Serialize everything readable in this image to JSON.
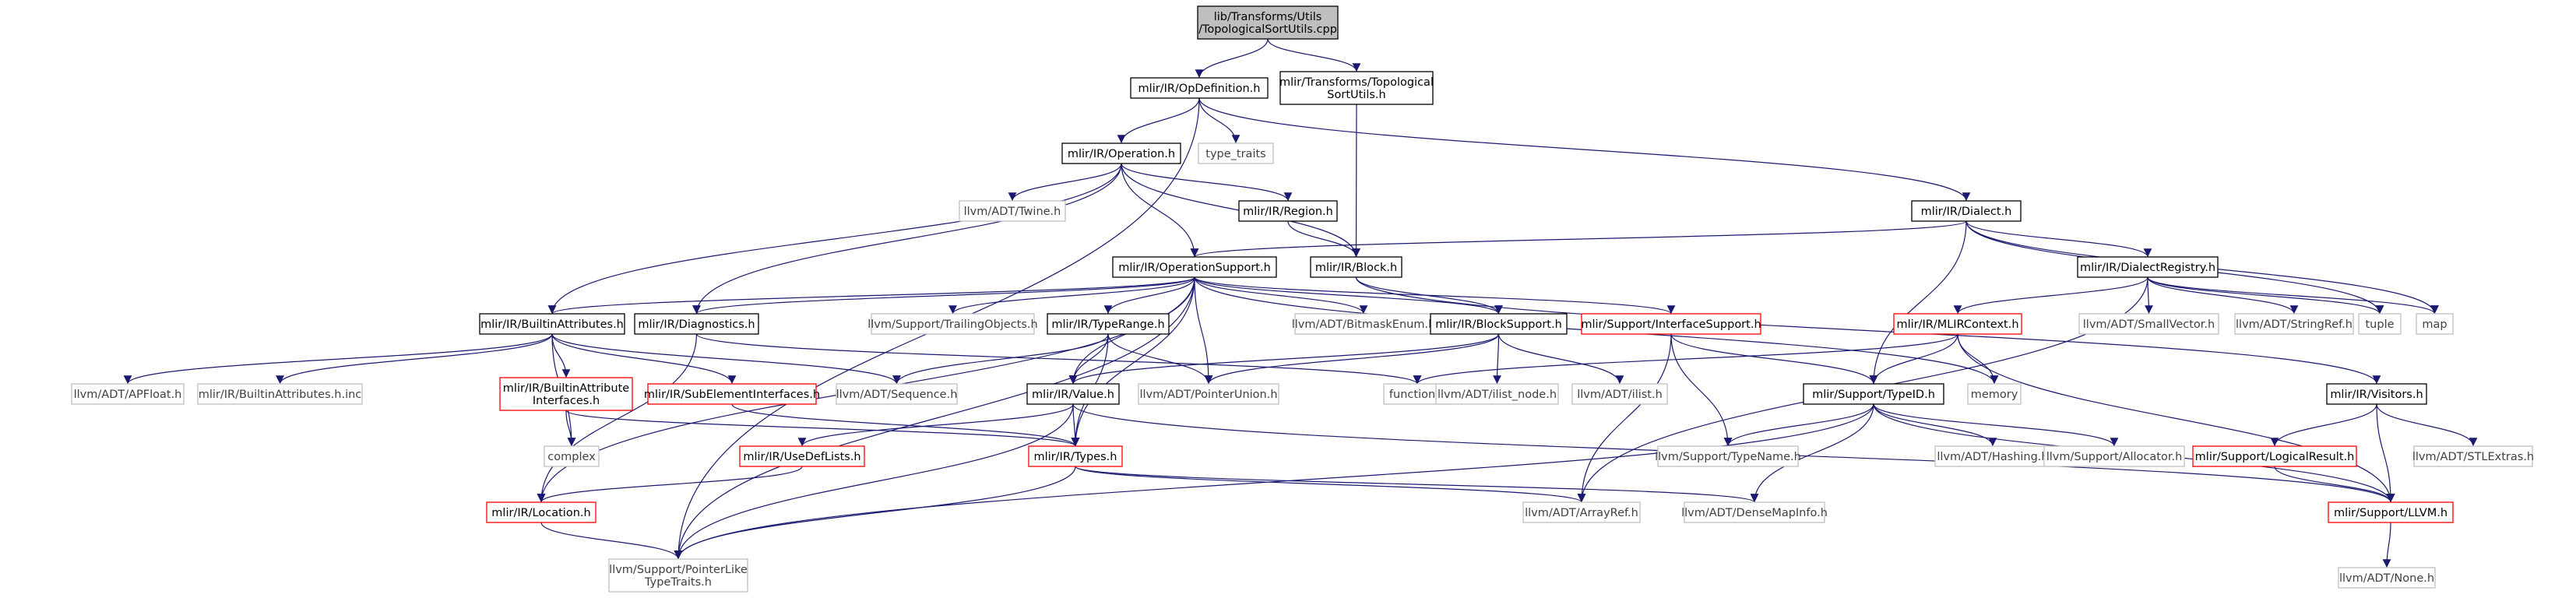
{
  "diagram": {
    "nodes": [
      {
        "id": "root",
        "lines": [
          "lib/Transforms/Utils",
          "/TopologicalSortUtils.cpp"
        ],
        "style": "root"
      },
      {
        "id": "opdef",
        "lines": [
          "mlir/IR/OpDefinition.h"
        ],
        "style": "normal"
      },
      {
        "id": "topo",
        "lines": [
          "mlir/Transforms/Topological",
          "SortUtils.h"
        ],
        "style": "normal"
      },
      {
        "id": "operation",
        "lines": [
          "mlir/IR/Operation.h"
        ],
        "style": "normal"
      },
      {
        "id": "type_traits",
        "lines": [
          "type_traits"
        ],
        "style": "external"
      },
      {
        "id": "dialect",
        "lines": [
          "mlir/IR/Dialect.h"
        ],
        "style": "normal"
      },
      {
        "id": "twine",
        "lines": [
          "llvm/ADT/Twine.h"
        ],
        "style": "external"
      },
      {
        "id": "region",
        "lines": [
          "mlir/IR/Region.h"
        ],
        "style": "normal"
      },
      {
        "id": "block",
        "lines": [
          "mlir/IR/Block.h"
        ],
        "style": "normal"
      },
      {
        "id": "opsupport",
        "lines": [
          "mlir/IR/OperationSupport.h"
        ],
        "style": "normal"
      },
      {
        "id": "dialectreg",
        "lines": [
          "mlir/IR/DialectRegistry.h"
        ],
        "style": "normal"
      },
      {
        "id": "builtinattrs",
        "lines": [
          "mlir/IR/BuiltinAttributes.h"
        ],
        "style": "normal"
      },
      {
        "id": "diagnostics",
        "lines": [
          "mlir/IR/Diagnostics.h"
        ],
        "style": "normal"
      },
      {
        "id": "trailing",
        "lines": [
          "llvm/Support/TrailingObjects.h"
        ],
        "style": "external"
      },
      {
        "id": "typerange",
        "lines": [
          "mlir/IR/TypeRange.h"
        ],
        "style": "normal"
      },
      {
        "id": "bitmask",
        "lines": [
          "llvm/ADT/BitmaskEnum.h"
        ],
        "style": "external"
      },
      {
        "id": "blocksupport",
        "lines": [
          "mlir/IR/BlockSupport.h"
        ],
        "style": "normal"
      },
      {
        "id": "ifacesupport",
        "lines": [
          "mlir/Support/InterfaceSupport.h"
        ],
        "style": "red"
      },
      {
        "id": "mlircontext",
        "lines": [
          "mlir/IR/MLIRContext.h"
        ],
        "style": "red"
      },
      {
        "id": "smallvector",
        "lines": [
          "llvm/ADT/SmallVector.h"
        ],
        "style": "external"
      },
      {
        "id": "stringref",
        "lines": [
          "llvm/ADT/StringRef.h"
        ],
        "style": "external"
      },
      {
        "id": "tuple",
        "lines": [
          "tuple"
        ],
        "style": "external"
      },
      {
        "id": "map",
        "lines": [
          "map"
        ],
        "style": "external"
      },
      {
        "id": "apfloat",
        "lines": [
          "llvm/ADT/APFloat.h"
        ],
        "style": "external"
      },
      {
        "id": "builtinattrsinc",
        "lines": [
          "mlir/IR/BuiltinAttributes.h.inc"
        ],
        "style": "external"
      },
      {
        "id": "builtinattrif",
        "lines": [
          "mlir/IR/BuiltinAttribute",
          "Interfaces.h"
        ],
        "style": "red"
      },
      {
        "id": "subelem",
        "lines": [
          "mlir/IR/SubElementInterfaces.h"
        ],
        "style": "red"
      },
      {
        "id": "sequence",
        "lines": [
          "llvm/ADT/Sequence.h"
        ],
        "style": "external"
      },
      {
        "id": "value",
        "lines": [
          "mlir/IR/Value.h"
        ],
        "style": "normal"
      },
      {
        "id": "ptrunion",
        "lines": [
          "llvm/ADT/PointerUnion.h"
        ],
        "style": "external"
      },
      {
        "id": "functional",
        "lines": [
          "functional"
        ],
        "style": "external"
      },
      {
        "id": "ilistnode",
        "lines": [
          "llvm/ADT/ilist_node.h"
        ],
        "style": "external"
      },
      {
        "id": "ilist",
        "lines": [
          "llvm/ADT/ilist.h"
        ],
        "style": "external"
      },
      {
        "id": "typeid",
        "lines": [
          "mlir/Support/TypeID.h"
        ],
        "style": "normal"
      },
      {
        "id": "memory",
        "lines": [
          "memory"
        ],
        "style": "external"
      },
      {
        "id": "visitors",
        "lines": [
          "mlir/IR/Visitors.h"
        ],
        "style": "normal"
      },
      {
        "id": "complex",
        "lines": [
          "complex"
        ],
        "style": "external"
      },
      {
        "id": "usedeflists",
        "lines": [
          "mlir/IR/UseDefLists.h"
        ],
        "style": "red"
      },
      {
        "id": "types",
        "lines": [
          "mlir/IR/Types.h"
        ],
        "style": "red"
      },
      {
        "id": "typename",
        "lines": [
          "llvm/Support/TypeName.h"
        ],
        "style": "external"
      },
      {
        "id": "hashing",
        "lines": [
          "llvm/ADT/Hashing.h"
        ],
        "style": "external"
      },
      {
        "id": "allocator",
        "lines": [
          "llvm/Support/Allocator.h"
        ],
        "style": "external"
      },
      {
        "id": "logicalresult",
        "lines": [
          "mlir/Support/LogicalResult.h"
        ],
        "style": "red"
      },
      {
        "id": "stlextras",
        "lines": [
          "llvm/ADT/STLExtras.h"
        ],
        "style": "external"
      },
      {
        "id": "location",
        "lines": [
          "mlir/IR/Location.h"
        ],
        "style": "red"
      },
      {
        "id": "arrayref",
        "lines": [
          "llvm/ADT/ArrayRef.h"
        ],
        "style": "external"
      },
      {
        "id": "densemapinfo",
        "lines": [
          "llvm/ADT/DenseMapInfo.h"
        ],
        "style": "external"
      },
      {
        "id": "llvm",
        "lines": [
          "mlir/Support/LLVM.h"
        ],
        "style": "red"
      },
      {
        "id": "ptrlike",
        "lines": [
          "llvm/Support/PointerLike",
          "TypeTraits.h"
        ],
        "style": "external"
      },
      {
        "id": "none",
        "lines": [
          "llvm/ADT/None.h"
        ],
        "style": "external"
      }
    ],
    "edges": [
      [
        "root",
        "opdef"
      ],
      [
        "root",
        "topo"
      ],
      [
        "opdef",
        "operation"
      ],
      [
        "opdef",
        "type_traits"
      ],
      [
        "opdef",
        "dialect"
      ],
      [
        "opdef",
        "ptrlike"
      ],
      [
        "topo",
        "block"
      ],
      [
        "operation",
        "twine"
      ],
      [
        "operation",
        "region"
      ],
      [
        "operation",
        "block"
      ],
      [
        "operation",
        "opsupport"
      ],
      [
        "operation",
        "builtinattrs"
      ],
      [
        "operation",
        "diagnostics"
      ],
      [
        "region",
        "block"
      ],
      [
        "dialect",
        "opsupport"
      ],
      [
        "dialect",
        "dialectreg"
      ],
      [
        "dialect",
        "typeid"
      ],
      [
        "dialect",
        "tuple"
      ],
      [
        "dialect",
        "map"
      ],
      [
        "block",
        "blocksupport"
      ],
      [
        "block",
        "visitors"
      ],
      [
        "dialectreg",
        "mlircontext"
      ],
      [
        "dialectreg",
        "smallvector"
      ],
      [
        "dialectreg",
        "stringref"
      ],
      [
        "dialectreg",
        "tuple"
      ],
      [
        "dialectreg",
        "map"
      ],
      [
        "dialectreg",
        "arrayref"
      ],
      [
        "opsupport",
        "builtinattrs"
      ],
      [
        "opsupport",
        "diagnostics"
      ],
      [
        "opsupport",
        "trailing"
      ],
      [
        "opsupport",
        "typerange"
      ],
      [
        "opsupport",
        "bitmask"
      ],
      [
        "opsupport",
        "blocksupport"
      ],
      [
        "opsupport",
        "ifacesupport"
      ],
      [
        "opsupport",
        "ptrunion"
      ],
      [
        "opsupport",
        "memory"
      ],
      [
        "opsupport",
        "types"
      ],
      [
        "opsupport",
        "value"
      ],
      [
        "opsupport",
        "location"
      ],
      [
        "opsupport",
        "ptrlike"
      ],
      [
        "builtinattrs",
        "apfloat"
      ],
      [
        "builtinattrs",
        "builtinattrsinc"
      ],
      [
        "builtinattrs",
        "builtinattrif"
      ],
      [
        "builtinattrs",
        "subelem"
      ],
      [
        "builtinattrs",
        "sequence"
      ],
      [
        "builtinattrs",
        "complex"
      ],
      [
        "diagnostics",
        "location"
      ],
      [
        "diagnostics",
        "functional"
      ],
      [
        "typerange",
        "sequence"
      ],
      [
        "typerange",
        "value"
      ],
      [
        "typerange",
        "ptrunion"
      ],
      [
        "typerange",
        "types"
      ],
      [
        "blocksupport",
        "value"
      ],
      [
        "blocksupport",
        "ptrunion"
      ],
      [
        "blocksupport",
        "ilistnode"
      ],
      [
        "blocksupport",
        "ilist"
      ],
      [
        "ifacesupport",
        "typeid"
      ],
      [
        "ifacesupport",
        "arrayref"
      ],
      [
        "ifacesupport",
        "typename"
      ],
      [
        "mlircontext",
        "typeid"
      ],
      [
        "mlircontext",
        "memory"
      ],
      [
        "mlircontext",
        "functional"
      ],
      [
        "mlircontext",
        "llvm"
      ],
      [
        "builtinattrif",
        "complex"
      ],
      [
        "builtinattrif",
        "types"
      ],
      [
        "subelem",
        "types"
      ],
      [
        "value",
        "usedeflists"
      ],
      [
        "value",
        "types"
      ],
      [
        "value",
        "ptrlike"
      ],
      [
        "value",
        "llvm"
      ],
      [
        "typeid",
        "typename"
      ],
      [
        "typeid",
        "hashing"
      ],
      [
        "typeid",
        "allocator"
      ],
      [
        "typeid",
        "densemapinfo"
      ],
      [
        "typeid",
        "llvm"
      ],
      [
        "typeid",
        "ptrlike"
      ],
      [
        "visitors",
        "logicalresult"
      ],
      [
        "visitors",
        "stlextras"
      ],
      [
        "visitors",
        "llvm"
      ],
      [
        "usedeflists",
        "location"
      ],
      [
        "types",
        "arrayref"
      ],
      [
        "types",
        "densemapinfo"
      ],
      [
        "types",
        "ptrlike"
      ],
      [
        "logicalresult",
        "llvm"
      ],
      [
        "location",
        "ptrlike"
      ],
      [
        "llvm",
        "none"
      ]
    ],
    "colors": {
      "root_fill": "#bfbfbf",
      "node_border": "#000000",
      "red_border": "#ff0000",
      "external_border": "#bfbfbf",
      "external_text": "#404040",
      "edge": "#191970"
    }
  }
}
